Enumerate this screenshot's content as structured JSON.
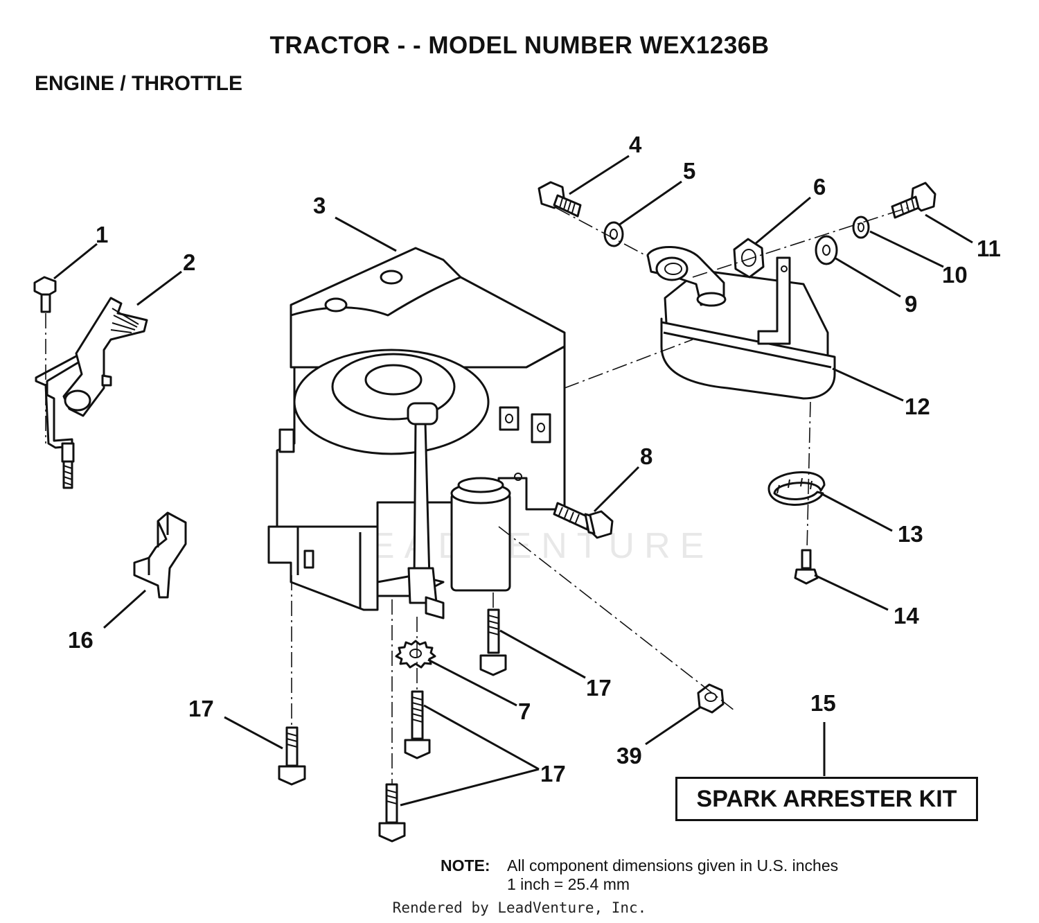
{
  "header": {
    "title": "TRACTOR - - MODEL NUMBER WEX1236B",
    "subtitle": "ENGINE / THROTTLE"
  },
  "callouts": [
    {
      "id": "c1",
      "label": "1"
    },
    {
      "id": "c2",
      "label": "2"
    },
    {
      "id": "c3",
      "label": "3"
    },
    {
      "id": "c4",
      "label": "4"
    },
    {
      "id": "c5",
      "label": "5"
    },
    {
      "id": "c6",
      "label": "6"
    },
    {
      "id": "c7",
      "label": "7"
    },
    {
      "id": "c8",
      "label": "8"
    },
    {
      "id": "c9",
      "label": "9"
    },
    {
      "id": "c10",
      "label": "10"
    },
    {
      "id": "c11",
      "label": "11"
    },
    {
      "id": "c12",
      "label": "12"
    },
    {
      "id": "c13",
      "label": "13"
    },
    {
      "id": "c14",
      "label": "14"
    },
    {
      "id": "c15",
      "label": "15"
    },
    {
      "id": "c16",
      "label": "16"
    },
    {
      "id": "c17a",
      "label": "17"
    },
    {
      "id": "c17b",
      "label": "17"
    },
    {
      "id": "c17c",
      "label": "17"
    },
    {
      "id": "c39",
      "label": "39"
    }
  ],
  "kit": {
    "label": "SPARK ARRESTER KIT"
  },
  "note": {
    "prefix": "NOTE:",
    "line1": "All component dimensions given in U.S. inches",
    "line2": "1 inch = 25.4 mm"
  },
  "footer": {
    "text": "Rendered by LeadVenture, Inc."
  },
  "watermark": {
    "text": "LEADVENTURE"
  }
}
